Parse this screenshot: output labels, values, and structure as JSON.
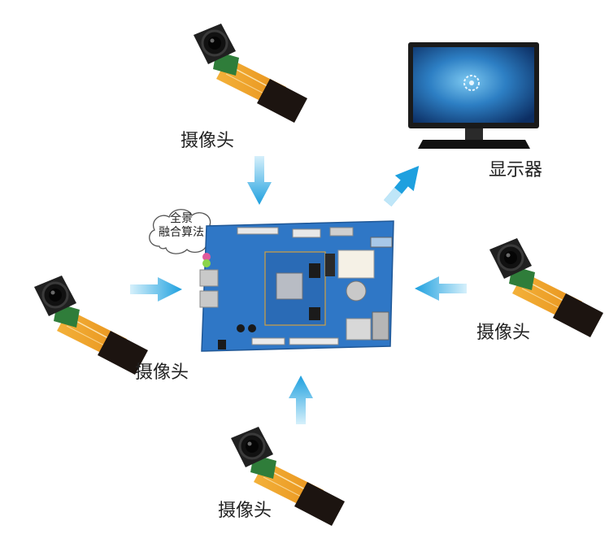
{
  "labels": {
    "camera_top": "摄像头",
    "camera_left": "摄像头",
    "camera_right": "摄像头",
    "camera_bottom": "摄像头",
    "monitor": "显示器"
  },
  "cloud": {
    "line1": "全景",
    "line2": "融合算法"
  },
  "colors": {
    "arrow_light": "#bfe6f8",
    "arrow_dark": "#1ea0df",
    "pcb": "#2f77c6",
    "flex": "#f0a020",
    "monitor_screen": "#1b5fa8"
  },
  "icons": [
    "camera-module-icon",
    "monitor-icon",
    "board-icon",
    "arrow-icon",
    "cloud-icon"
  ]
}
